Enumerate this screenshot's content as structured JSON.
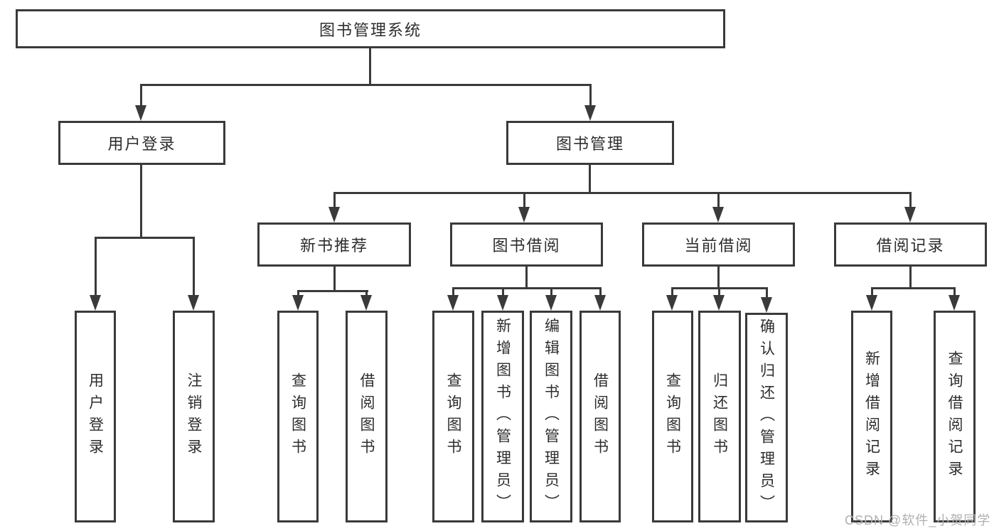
{
  "diagram": {
    "title": "图书管理系统",
    "root": {
      "label": "图书管理系统"
    },
    "branches": [
      {
        "label": "用户登录",
        "children": [
          {
            "label": "用户登录"
          },
          {
            "label": "注销登录"
          }
        ]
      },
      {
        "label": "图书管理",
        "children": [
          {
            "label": "新书推荐",
            "children": [
              {
                "label": "查询图书"
              },
              {
                "label": "借阅图书"
              }
            ]
          },
          {
            "label": "图书借阅",
            "children": [
              {
                "label": "查询图书"
              },
              {
                "label": "新增图书（管理员）"
              },
              {
                "label": "编辑图书（管理员）"
              },
              {
                "label": "借阅图书"
              }
            ]
          },
          {
            "label": "当前借阅",
            "children": [
              {
                "label": "查询图书"
              },
              {
                "label": "归还图书"
              },
              {
                "label": "确认归还（管理员）"
              }
            ]
          },
          {
            "label": "借阅记录",
            "children": [
              {
                "label": "新增借阅记录"
              },
              {
                "label": "查询借阅记录"
              }
            ]
          }
        ]
      }
    ]
  },
  "watermark": {
    "text": "CSDN @软件_小贺同学",
    "color": "#b0b0b0"
  },
  "colors": {
    "line": "#3a3a3a",
    "node_border": "#3a3a3a",
    "node_fill": "#ffffff",
    "text": "#2d2d2d",
    "background": "#ffffff"
  }
}
